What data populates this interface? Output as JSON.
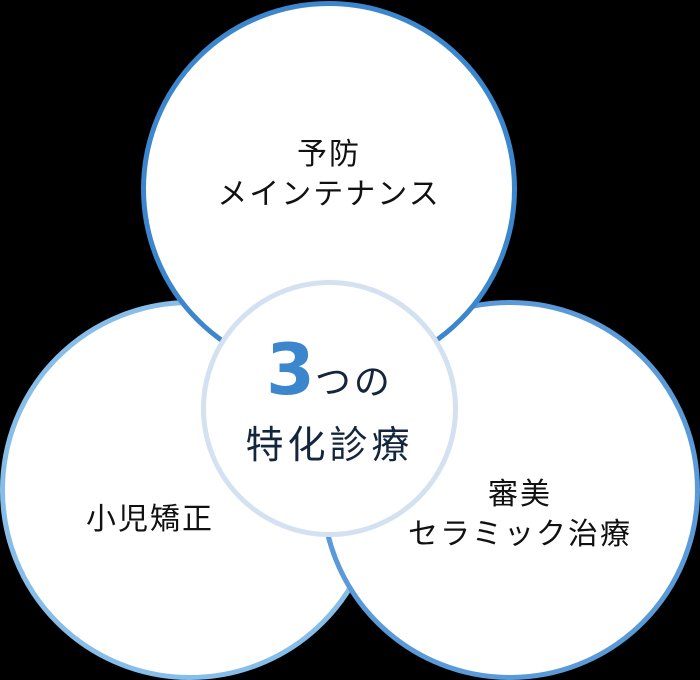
{
  "diagram": {
    "type": "venn-like-three-circles",
    "center": {
      "number": "3",
      "suffix": "つの",
      "line2": "特化診療"
    },
    "circles": [
      {
        "position": "top",
        "lines": [
          "予防",
          "メインテナンス"
        ],
        "border_color": "#3b86cc"
      },
      {
        "position": "bottom-left",
        "lines": [
          "小児矯正"
        ],
        "border_color": "#86bde9"
      },
      {
        "position": "bottom-right",
        "lines": [
          "審美",
          "セラミック治療"
        ],
        "border_color": "#5a9ad8"
      }
    ],
    "colors": {
      "accent": "#3b86cc",
      "center_border": "#d3e1f1",
      "center_text": "#13263d",
      "background": "#000000"
    }
  }
}
